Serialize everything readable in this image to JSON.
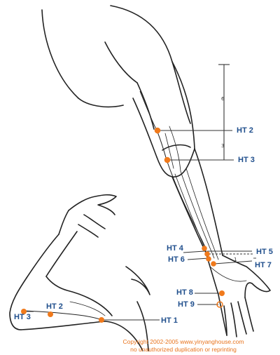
{
  "colors": {
    "point": "#f07a1c",
    "label": "#1f4e8c",
    "line": "#222222",
    "copyright": "#e8731c"
  },
  "points": [
    {
      "id": "ht1",
      "label": "HT 1"
    },
    {
      "id": "ht2",
      "label": "HT 2"
    },
    {
      "id": "ht3",
      "label": "HT 3"
    },
    {
      "id": "ht4",
      "label": "HT 4"
    },
    {
      "id": "ht5",
      "label": "HT 5"
    },
    {
      "id": "ht6",
      "label": "HT 6"
    },
    {
      "id": "ht7",
      "label": "HT 7"
    },
    {
      "id": "ht8",
      "label": "HT 8"
    },
    {
      "id": "ht9",
      "label": "HT 9"
    }
  ],
  "scale_marks": {
    "upper": "6",
    "lower": "3",
    "wrist": "1"
  },
  "copyright": {
    "line1": "Copyright 2002-2005 www.yinyanghouse.com",
    "line2": "no unauthorized duplication or reprinting"
  }
}
